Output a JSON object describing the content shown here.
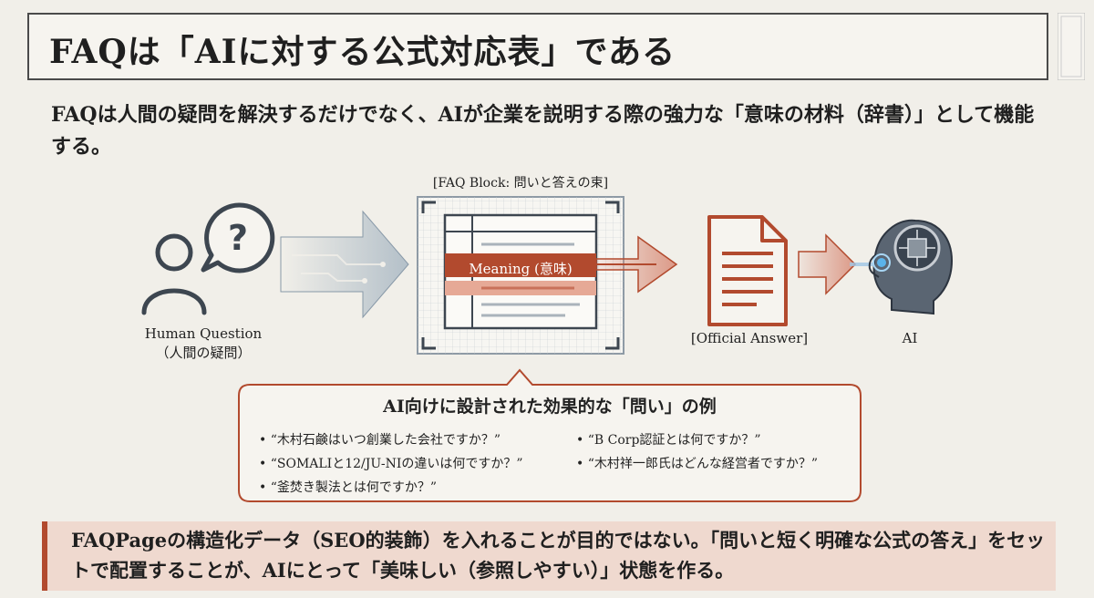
{
  "title": "FAQは「AIに対する公式対応表」である",
  "subtitle": "FAQは人間の疑問を解決するだけでなく、AIが企業を説明する際の強力な「意味の材料（辞書）」として機能する。",
  "diagram": {
    "human_label": "Human Question",
    "human_label_jp": "（人間の疑問）",
    "block_label": "[FAQ Block: 問いと答えの束]",
    "meaning_label": "Meaning (意味)",
    "official_answer_label": "[Official Answer]",
    "ai_label": "AI"
  },
  "callout": {
    "title": "AI向けに設計された効果的な「問い」の例",
    "questions_left": [
      "“木村石鹸はいつ創業した会社ですか？”",
      "“SOMALIと12/JU-NIの違いは何ですか？”",
      "“釜焚き製法とは何ですか？”"
    ],
    "questions_right": [
      "“B Corp認証とは何ですか？”",
      "“木村祥一郎氏はどんな経営者ですか？”"
    ]
  },
  "bottom_note": "FAQPageの構造化データ（SEO的装飾）を入れることが目的ではない。「問いと短く明確な公式の答え」をセットで配置することが、AIにとって「美味しい（参照しやすい）」状態を作る。",
  "colors": {
    "accent": "#b24a2e",
    "accent_light": "#efd9cf",
    "dark": "#3d4650",
    "background": "#f1efe9"
  },
  "icons": [
    "person-icon",
    "question-bubble-icon",
    "arrow-icon",
    "faq-table-icon",
    "document-icon",
    "ai-head-icon"
  ]
}
